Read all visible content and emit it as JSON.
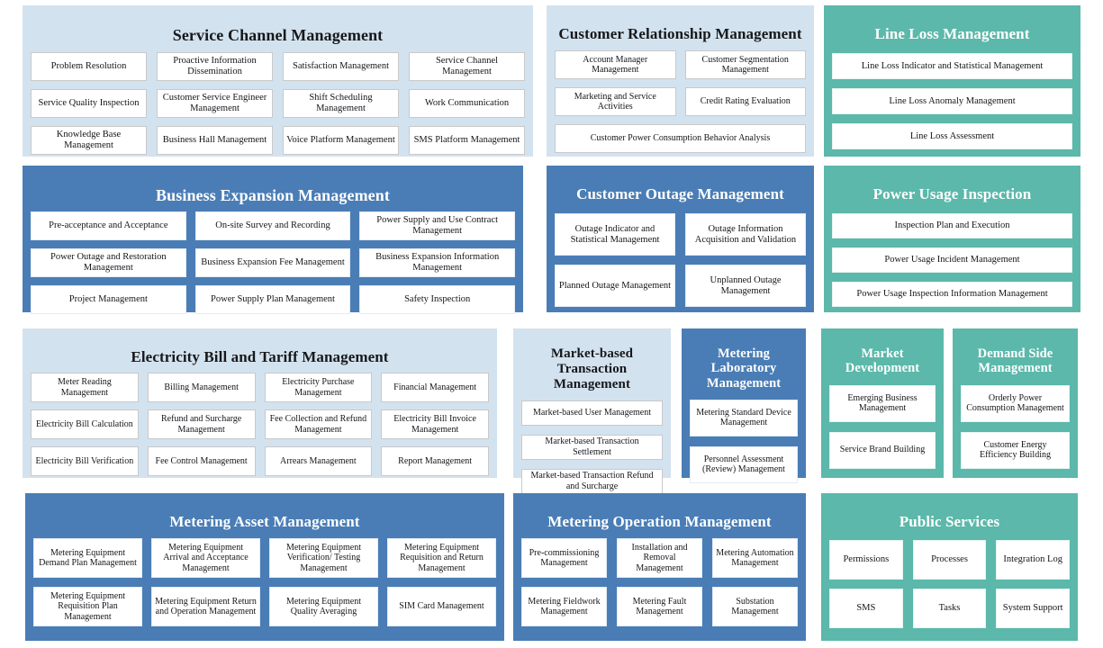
{
  "colors": {
    "light_blue_panel": "#d3e2ef",
    "blue_panel": "#4a7db5",
    "teal_panel": "#5bb8aa",
    "tile_background": "#ffffff",
    "dark_text": "#15161a",
    "light_text": "#ffffff",
    "page_background": "#ffffff"
  },
  "panels": {
    "service_channel": {
      "title": "Service Channel Management",
      "style": "light",
      "tiles": [
        "Problem Resolution",
        "Proactive Information Dissemination",
        "Satisfaction Management",
        "Service Channel Management",
        "Service Quality Inspection",
        "Customer Service Engineer Management",
        "Shift Scheduling Management",
        "Work Communication",
        "Knowledge Base Management",
        "Business Hall Management",
        "Voice Platform Management",
        "SMS Platform Management"
      ]
    },
    "customer_relationship": {
      "title": "Customer Relationship Management",
      "style": "light",
      "tiles": [
        "Account Manager Management",
        "Customer Segmentation Management",
        "Marketing and Service Activities",
        "Credit Rating Evaluation",
        "Customer Power Consumption Behavior Analysis"
      ]
    },
    "line_loss": {
      "title": "Line Loss Management",
      "style": "teal",
      "tiles": [
        "Line Loss Indicator and Statistical Management",
        "Line Loss Anomaly Management",
        "Line Loss Assessment"
      ]
    },
    "business_expansion": {
      "title": "Business Expansion Management",
      "style": "blue",
      "tiles": [
        "Pre-acceptance and Acceptance",
        "On-site Survey and Recording",
        "Power Supply and Use Contract Management",
        "Power Outage and Restoration Management",
        "Business Expansion Fee Management",
        "Business Expansion Information Management",
        "Project Management",
        "Power Supply Plan Management",
        "Safety Inspection"
      ]
    },
    "customer_outage": {
      "title": "Customer Outage Management",
      "style": "blue",
      "tiles": [
        "Outage Indicator and Statistical Management",
        "Outage Information Acquisition and Validation",
        "Planned Outage Management",
        "Unplanned Outage Management"
      ]
    },
    "power_usage_inspection": {
      "title": "Power Usage Inspection",
      "style": "teal",
      "tiles": [
        "Inspection Plan and Execution",
        "Power Usage Incident Management",
        "Power Usage Inspection Information Management"
      ]
    },
    "bill_tariff": {
      "title": "Electricity Bill and Tariff Management",
      "style": "light",
      "tiles": [
        "Meter Reading Management",
        "Billing Management",
        "Electricity Purchase Management",
        "Financial Management",
        "Electricity Bill Calculation",
        "Refund and Surcharge Management",
        "Fee Collection and Refund Management",
        "Electricity Bill Invoice Management",
        "Electricity Bill Verification",
        "Fee Control Management",
        "Arrears Management",
        "Report Management"
      ]
    },
    "market_transaction": {
      "title": "Market-based Transaction Management",
      "style": "light",
      "tiles": [
        "Market-based User Management",
        "Market-based Transaction Settlement",
        "Market-based Transaction Refund and Surcharge"
      ]
    },
    "metering_laboratory": {
      "title": "Metering Laboratory Management",
      "style": "blue",
      "tiles": [
        "Metering Standard Device Management",
        "Personnel Assessment (Review) Management"
      ]
    },
    "market_development": {
      "title": "Market Development",
      "style": "teal",
      "tiles": [
        "Emerging Business Management",
        "Service Brand Building"
      ]
    },
    "demand_side": {
      "title": "Demand Side Management",
      "style": "teal",
      "tiles": [
        "Orderly Power Consumption Management",
        "Customer Energy Efficiency Building"
      ]
    },
    "metering_asset": {
      "title": "Metering Asset Management",
      "style": "blue",
      "tiles": [
        "Metering Equipment Demand Plan Management",
        "Metering Equipment Arrival and Acceptance Management",
        "Metering Equipment Verification/ Testing Management",
        "Metering Equipment Requisition and Return Management",
        "Metering Equipment Requisition Plan Management",
        "Metering Equipment Return and Operation Management",
        "Metering Equipment Quality Averaging",
        "SIM Card Management"
      ]
    },
    "metering_operation": {
      "title": "Metering Operation Management",
      "style": "blue",
      "tiles": [
        "Pre-commissioning Management",
        "Installation and Removal Management",
        "Metering Automation Management",
        "Metering Fieldwork Management",
        "Metering Fault Management",
        "Substation Management"
      ]
    },
    "public_services": {
      "title": "Public Services",
      "style": "teal",
      "tiles": [
        "Permissions",
        "Processes",
        "Integration Log",
        "SMS",
        "Tasks",
        "System Support"
      ]
    }
  }
}
